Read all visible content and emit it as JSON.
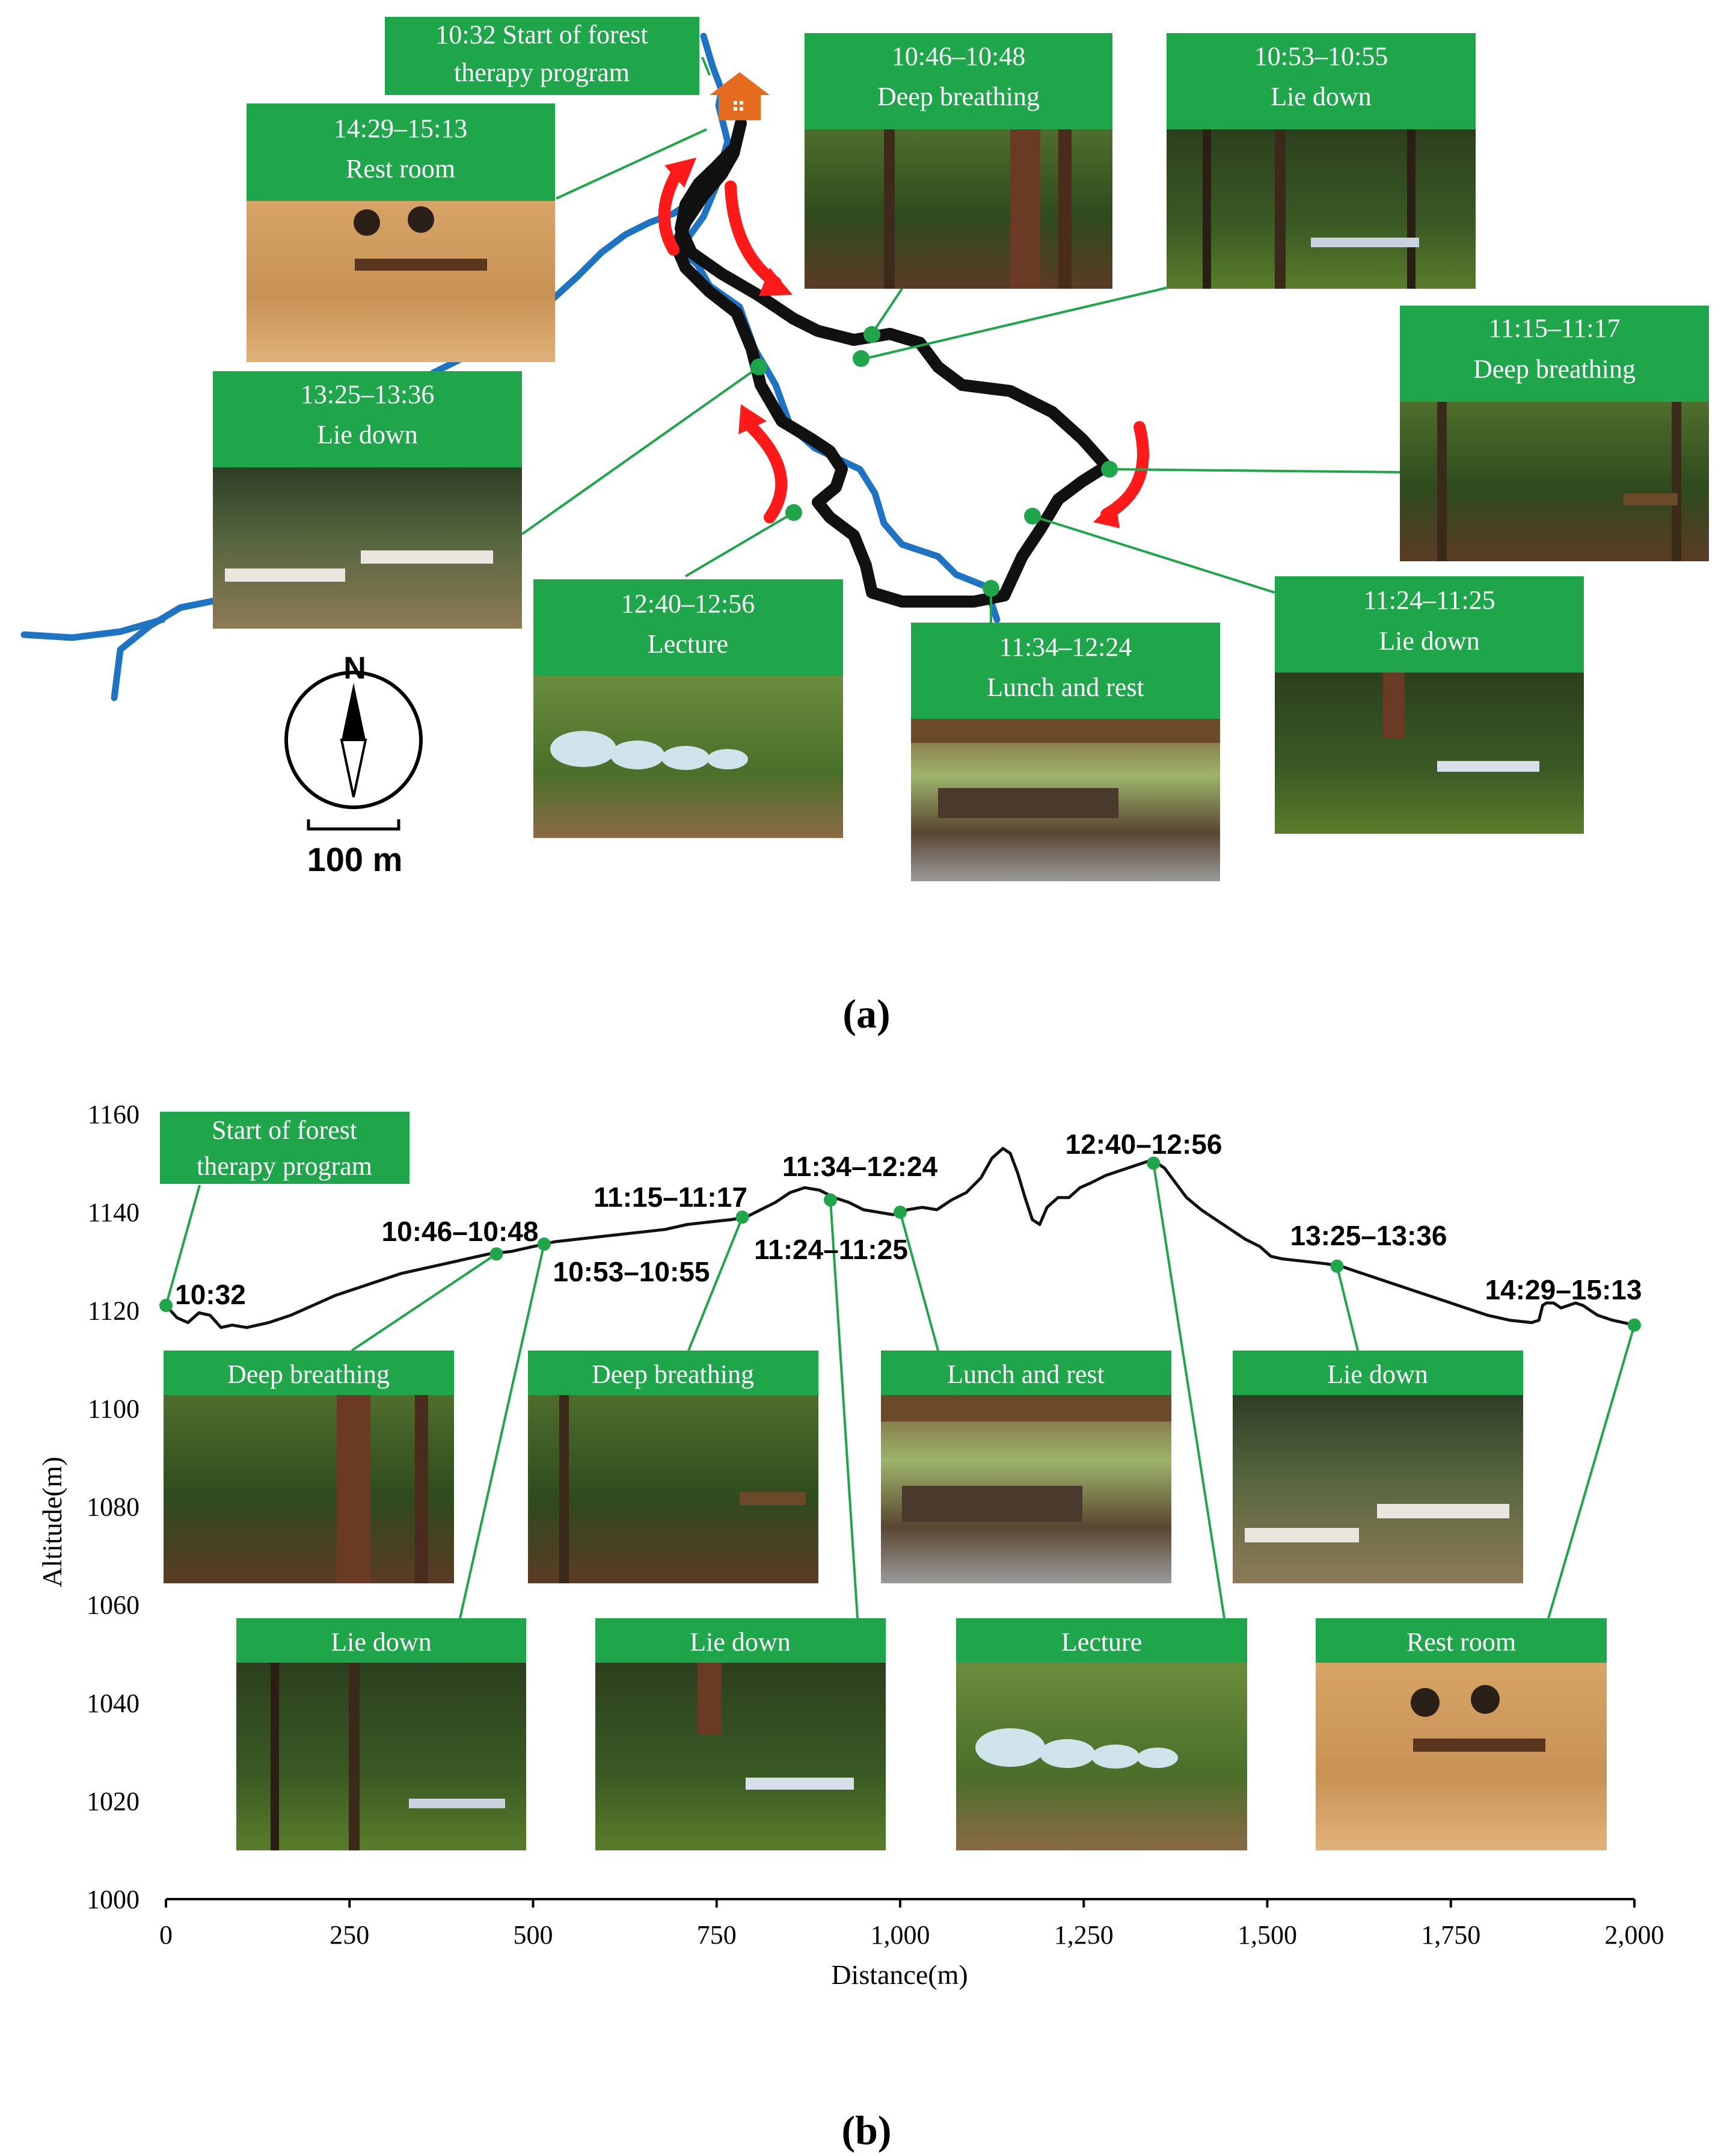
{
  "colors": {
    "label_bg": "#1fa54a",
    "label_text": "#ffffff",
    "stream": "#1f73c3",
    "trail": "#111111",
    "arrow": "#ff1a1a",
    "stop_marker": "#1fa54a",
    "house": "#e56b1f"
  },
  "panel_a": {
    "caption": "(a)",
    "start_label": {
      "line1": "10:32 Start of forest",
      "line2": "therapy program"
    },
    "scale_label": "100 m",
    "north_label": "N",
    "stops": [
      {
        "time": "10:46–10:48",
        "activity": "Deep breathing",
        "photo": "forest-group-photo"
      },
      {
        "time": "10:53–10:55",
        "activity": "Lie down",
        "photo": "forest-floor-photo"
      },
      {
        "time": "11:15–11:17",
        "activity": "Deep breathing",
        "photo": "forest-group-photo"
      },
      {
        "time": "11:24–11:25",
        "activity": "Lie down",
        "photo": "forest-floor-photo"
      },
      {
        "time": "11:34–12:24",
        "activity": "Lunch and rest",
        "photo": "shelter-photo"
      },
      {
        "time": "12:40–12:56",
        "activity": "Lecture",
        "photo": "umbrella-group-photo"
      },
      {
        "time": "13:25–13:36",
        "activity": "Lie down",
        "photo": "deck-photo"
      },
      {
        "time": "14:29–15:13",
        "activity": "Rest room",
        "photo": "rest-room-photo"
      }
    ]
  },
  "panel_b": {
    "caption": "(b)",
    "start_label": {
      "line1": "Start of forest",
      "line2": "therapy program"
    },
    "row1_activities": [
      "Deep breathing",
      "Deep breathing",
      "Lunch and rest",
      "Lie down"
    ],
    "row2_activities": [
      "Lie down",
      "Lie down",
      "Lecture",
      "Rest room"
    ]
  },
  "chart_data": {
    "type": "line",
    "xlabel": "Distance(m)",
    "ylabel": "Altitude(m)",
    "xlim": [
      0,
      2000
    ],
    "ylim": [
      1000,
      1160
    ],
    "x_ticks": [
      0,
      250,
      500,
      750,
      1000,
      1250,
      1500,
      1750,
      2000
    ],
    "x_tick_labels": [
      "0",
      "250",
      "500",
      "750",
      "1,000",
      "1,250",
      "1,500",
      "1,750",
      "2,000"
    ],
    "y_ticks": [
      1000,
      1020,
      1040,
      1060,
      1080,
      1100,
      1120,
      1140,
      1160
    ],
    "y_tick_labels": [
      "1000",
      "1020",
      "1040",
      "1060",
      "1080",
      "1100",
      "1120",
      "1140",
      "1160"
    ],
    "profile": {
      "x": [
        0,
        15,
        30,
        45,
        60,
        75,
        90,
        110,
        140,
        170,
        200,
        230,
        260,
        290,
        320,
        350,
        380,
        410,
        440,
        470,
        500,
        530,
        560,
        590,
        620,
        650,
        680,
        710,
        740,
        770,
        790,
        810,
        830,
        850,
        870,
        890,
        910,
        930,
        950,
        970,
        990,
        1010,
        1030,
        1050,
        1070,
        1090,
        1110,
        1125,
        1140,
        1150,
        1160,
        1170,
        1180,
        1190,
        1200,
        1215,
        1230,
        1245,
        1260,
        1280,
        1300,
        1320,
        1340,
        1350,
        1360,
        1375,
        1390,
        1410,
        1430,
        1450,
        1470,
        1490,
        1505,
        1520,
        1550,
        1580,
        1600,
        1620,
        1650,
        1680,
        1710,
        1740,
        1770,
        1800,
        1830,
        1860,
        1870,
        1875,
        1880,
        1890,
        1900,
        1910,
        1920,
        1930,
        1940,
        1950,
        1960,
        1970,
        1985,
        2000
      ],
      "y": [
        1121,
        1118.5,
        1117.5,
        1119.5,
        1119,
        1116.5,
        1117,
        1116.5,
        1117.5,
        1119,
        1121,
        1123,
        1124.5,
        1126,
        1127.5,
        1128.5,
        1129.5,
        1130.5,
        1131.5,
        1132,
        1133,
        1134,
        1134.5,
        1135,
        1135.5,
        1136,
        1136.5,
        1137.5,
        1138,
        1138.5,
        1139,
        1140.5,
        1142,
        1144,
        1145,
        1144.5,
        1143,
        1142,
        1140.5,
        1140,
        1139.5,
        1140.5,
        1141,
        1140.5,
        1142.5,
        1144,
        1147,
        1151,
        1153,
        1152,
        1148,
        1143,
        1138.5,
        1137.5,
        1141,
        1143,
        1143,
        1145,
        1146,
        1147.5,
        1148.5,
        1149.5,
        1150.5,
        1150,
        1149,
        1146,
        1143,
        1140.5,
        1138.5,
        1136.5,
        1134.5,
        1133,
        1131,
        1130.5,
        1130,
        1129.5,
        1129,
        1128,
        1126.5,
        1125,
        1123.5,
        1122,
        1120.5,
        1119,
        1118,
        1117.5,
        1118,
        1121,
        1121.5,
        1121.5,
        1120.5,
        1121,
        1121.5,
        1121,
        1120,
        1119,
        1118.5,
        1118,
        1117.5,
        1117
      ]
    },
    "stops": [
      {
        "label": "10:32",
        "x": 0,
        "y": 1121
      },
      {
        "label": "10:46–10:48",
        "x": 450,
        "y": 1131.5
      },
      {
        "label": "10:53–10:55",
        "x": 515,
        "y": 1133.5
      },
      {
        "label": "11:15–11:17",
        "x": 785,
        "y": 1139
      },
      {
        "label": "11:24–11:25",
        "x": 905,
        "y": 1142.5
      },
      {
        "label": "11:34–12:24",
        "x": 1000,
        "y": 1140
      },
      {
        "label": "12:40–12:56",
        "x": 1345,
        "y": 1150
      },
      {
        "label": "13:25–13:36",
        "x": 1595,
        "y": 1129
      },
      {
        "label": "14:29–15:13",
        "x": 2000,
        "y": 1117
      }
    ]
  }
}
